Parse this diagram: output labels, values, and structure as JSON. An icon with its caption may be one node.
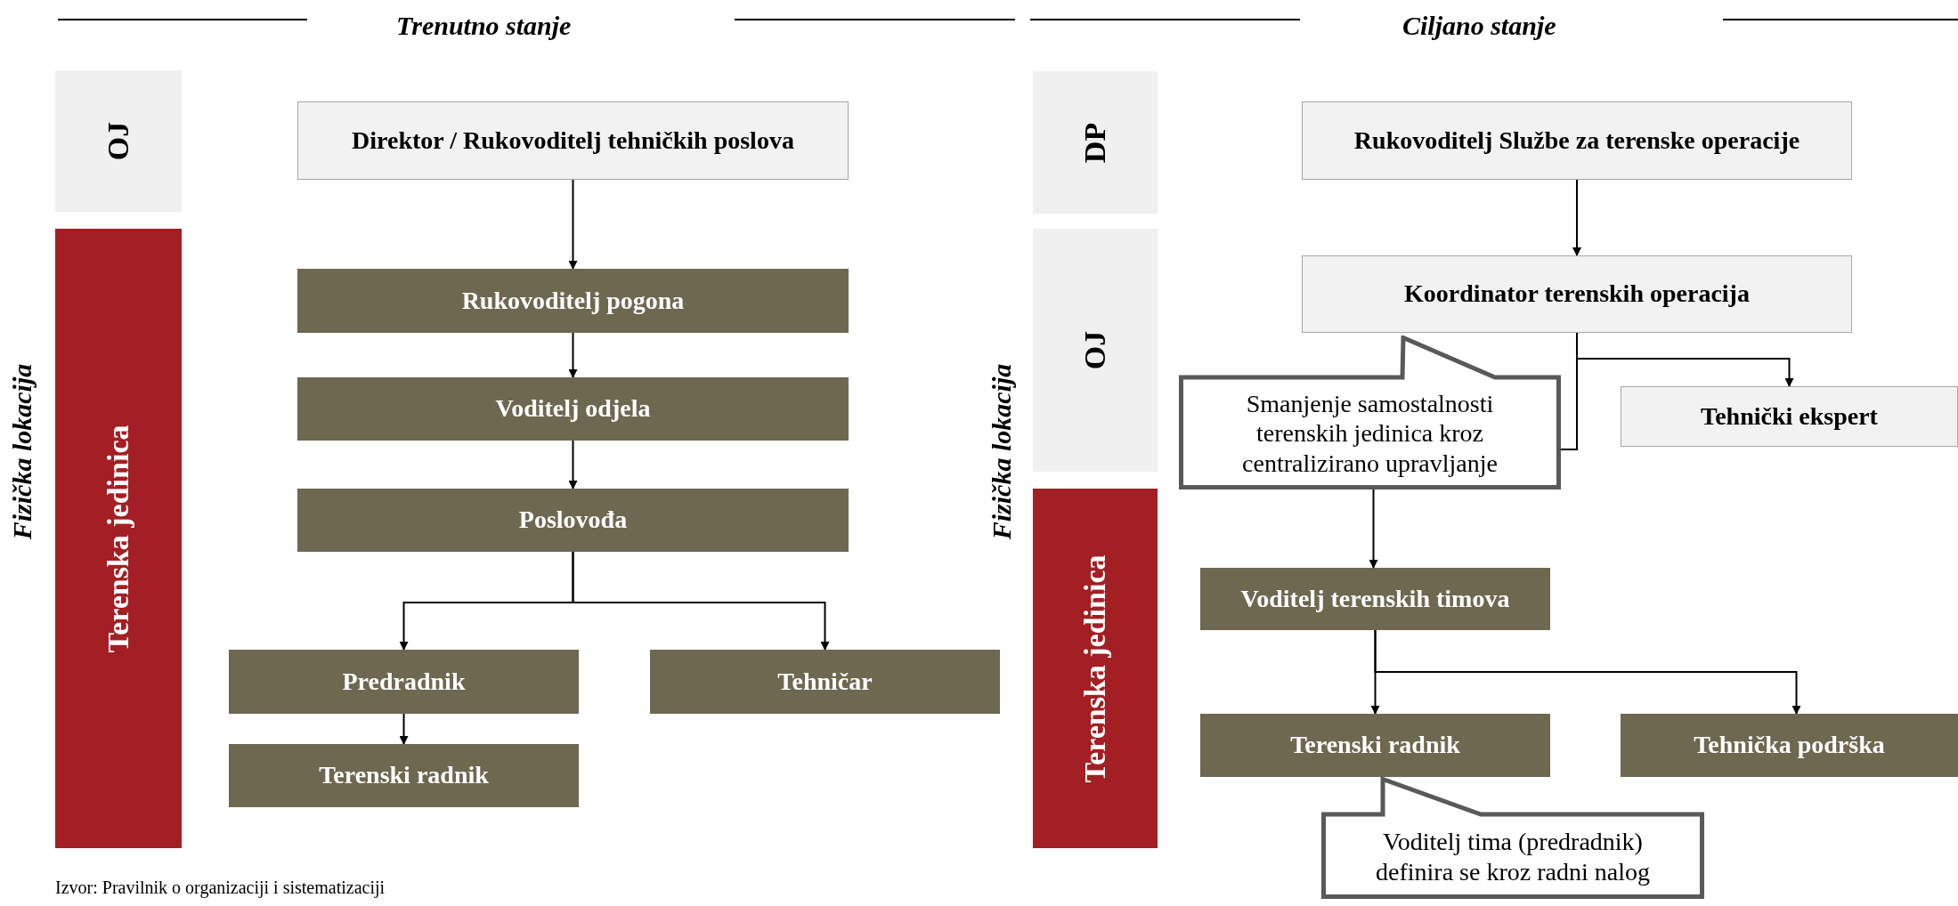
{
  "diagram": {
    "nodes": [
      {
        "text": [
          "OJ"
        ]
      },
      {
        "text": [
          "Terenska jedinica"
        ]
      },
      {
        "text": [
          "Direktor / Rukovoditelj tehničkih poslova"
        ]
      },
      {
        "text": [
          "Rukovoditelj pogona"
        ]
      },
      {
        "text": [
          "Voditelj odjela"
        ]
      },
      {
        "text": [
          "Poslovođa"
        ]
      },
      {
        "text": [
          "Predradnik"
        ]
      },
      {
        "text": [
          "Tehničar"
        ]
      },
      {
        "text": [
          "Terenski radnik"
        ]
      },
      {
        "text": [
          "DP"
        ]
      },
      {
        "text": [
          "OJ"
        ]
      },
      {
        "text": [
          "Terenska jedinica"
        ]
      },
      {
        "text": [
          "Rukovoditelj Službe za terenske operacije"
        ]
      },
      {
        "text": [
          "Koordinator terenskih operacija"
        ]
      },
      {
        "text": [
          "Smanjenje samostalnosti terenskih jedinica kroz centralizirano upravljanje"
        ]
      },
      {
        "text": [
          "Tehnički ekspert"
        ]
      },
      {
        "text": [
          "Voditelj terenskih timova"
        ]
      },
      {
        "text": [
          "Terenski radnik"
        ]
      },
      {
        "text": [
          "Tehnička podrška"
        ]
      },
      {
        "text": [
          "Voditelj tima (predradnik) definira se kroz radni nalog"
        ]
      }
    ],
    "edges": [
      {
        "from": 2,
        "to": 3,
        "arrow": "to"
      },
      {
        "from": 3,
        "to": 4,
        "arrow": "to"
      },
      {
        "from": 4,
        "to": 5,
        "arrow": "to"
      },
      {
        "from": 5,
        "to": 6,
        "arrow": "to"
      },
      {
        "from": 5,
        "to": 7,
        "arrow": "to"
      },
      {
        "from": 6,
        "to": 8,
        "arrow": "to"
      },
      {
        "from": 12,
        "to": 13,
        "arrow": "to"
      },
      {
        "from": 13,
        "to": 15,
        "arrow": "to"
      },
      {
        "from": 13,
        "to": 14,
        "arrow": "none"
      },
      {
        "from": 14,
        "to": 16,
        "arrow": "to"
      },
      {
        "from": 16,
        "to": 17,
        "arrow": "to"
      },
      {
        "from": 16,
        "to": 18,
        "arrow": "to"
      }
    ],
    "labels": [
      "Trenutno stanje",
      "Ciljano stanje",
      "Fizička lokacija",
      "Fizička lokacija",
      "Izvor: Pravilnik o organizaciji i sistematizaciji"
    ]
  }
}
